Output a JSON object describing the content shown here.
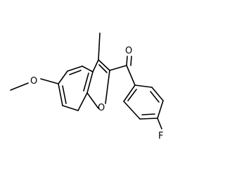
{
  "molecule": {
    "atoms": {
      "carbonyl_oxygen": "O",
      "ring_oxygen": "O",
      "methoxy_oxygen": "O",
      "fluorine": "F"
    }
  }
}
